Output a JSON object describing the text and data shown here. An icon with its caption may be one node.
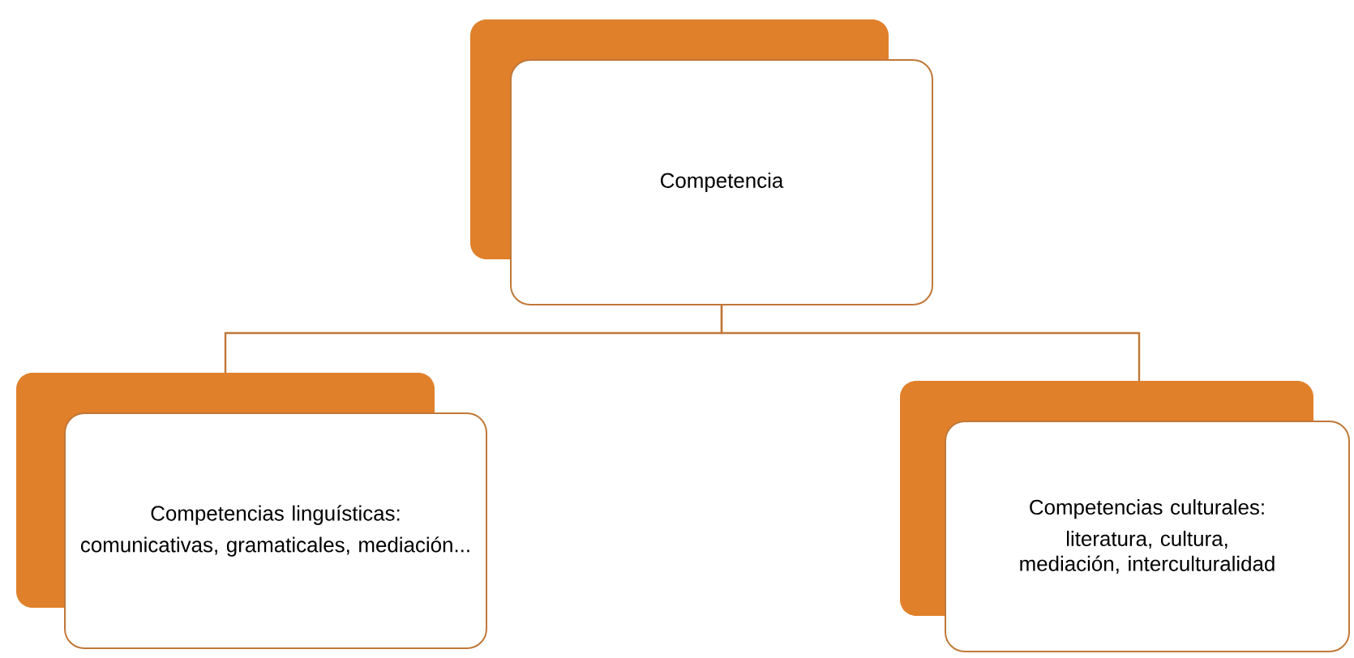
{
  "diagram": {
    "nodes": [
      {
        "text": [
          "Competencia"
        ]
      },
      {
        "text": [
          "Competencias linguísticas:",
          "comunicativas, gramaticales, mediación..."
        ]
      },
      {
        "text": [
          "Competencias culturales:",
          "literatura, cultura, mediación, interculturalidad"
        ]
      }
    ],
    "edges": [
      {
        "from": 0,
        "to": 1,
        "arrow": "none"
      },
      {
        "from": 0,
        "to": 2,
        "arrow": "none"
      }
    ]
  }
}
